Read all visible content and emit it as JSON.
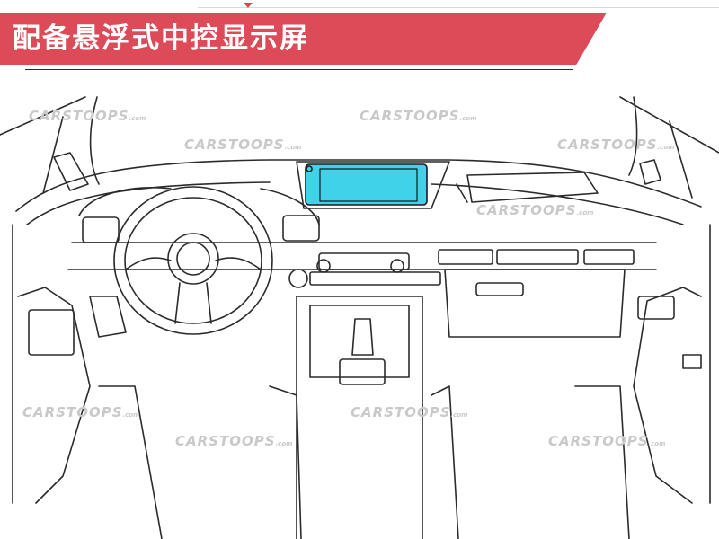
{
  "header": {
    "title": "配备悬浮式中控显示屏",
    "banner_color": "#dd4a58"
  },
  "figure": {
    "screen_highlight_color": "#3fd2e8"
  },
  "watermark": {
    "text": "CARSTOOPS",
    "suffix": ".com"
  }
}
